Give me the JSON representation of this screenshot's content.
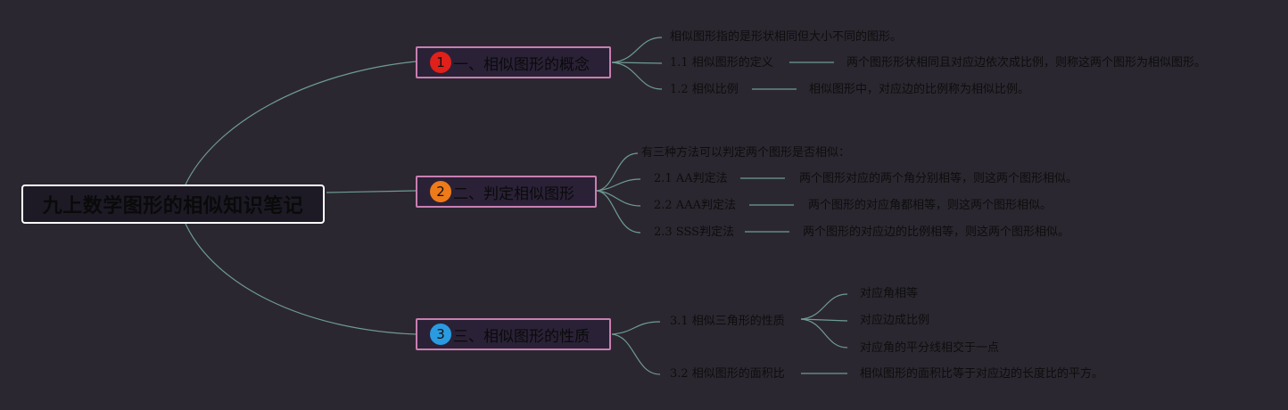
{
  "root": {
    "title": "九上数学图形的相似知识笔记"
  },
  "branches": [
    {
      "marker": "1",
      "marker_color": "#e0201a",
      "label": "一、相似图形的概念",
      "items": [
        {
          "text": "相似图形指的是形状相同但大小不同的图形。"
        },
        {
          "text": "1.1 相似图形的定义",
          "detail": "两个图形形状相同且对应边依次成比例，则称这两个图形为相似图形。"
        },
        {
          "text": "1.2 相似比例",
          "detail": "相似图形中，对应边的比例称为相似比例。"
        }
      ]
    },
    {
      "marker": "2",
      "marker_color": "#ee7a19",
      "label": "二、判定相似图形",
      "items": [
        {
          "text": "有三种方法可以判定两个图形是否相似："
        },
        {
          "text": "2.1 AA判定法",
          "detail": "两个图形对应的两个角分别相等，则这两个图形相似。"
        },
        {
          "text": "2.2 AAA判定法",
          "detail": "两个图形的对应角都相等，则这两个图形相似。"
        },
        {
          "text": "2.3 SSS判定法",
          "detail": "两个图形的对应边的比例相等，则这两个图形相似。"
        }
      ]
    },
    {
      "marker": "3",
      "marker_color": "#2a9be0",
      "label": "三、相似图形的性质",
      "items": [
        {
          "text": "3.1 相似三角形的性质",
          "subitems": [
            "对应角相等",
            "对应边成比例",
            "对应角的平分线相交于一点"
          ]
        },
        {
          "text": "3.2 相似图形的面积比",
          "detail": "相似图形的面积比等于对应边的长度比的平方。"
        }
      ]
    }
  ]
}
